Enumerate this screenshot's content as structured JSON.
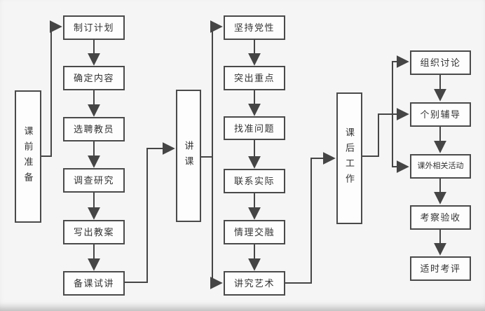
{
  "diagram": {
    "stages": {
      "pre": {
        "label": "课前准备"
      },
      "lecture": {
        "label": "讲课"
      },
      "post": {
        "label": "课后工作"
      }
    },
    "pre_steps": [
      "制订计划",
      "确定内容",
      "选聘教员",
      "调查研究",
      "写出教案",
      "备课试讲"
    ],
    "lecture_steps": [
      "坚持党性",
      "突出重点",
      "找准问题",
      "联系实际",
      "情理交融",
      "讲究艺术"
    ],
    "post_steps": [
      "组织讨论",
      "个别辅导",
      "课外相关活动",
      "考察验收",
      "适时考评"
    ],
    "colors": {
      "line": "#454545",
      "box_border": "#4a4a4a",
      "box_fill": "#fdfdfd",
      "text": "#333333",
      "background": "#f5f5f5"
    }
  }
}
